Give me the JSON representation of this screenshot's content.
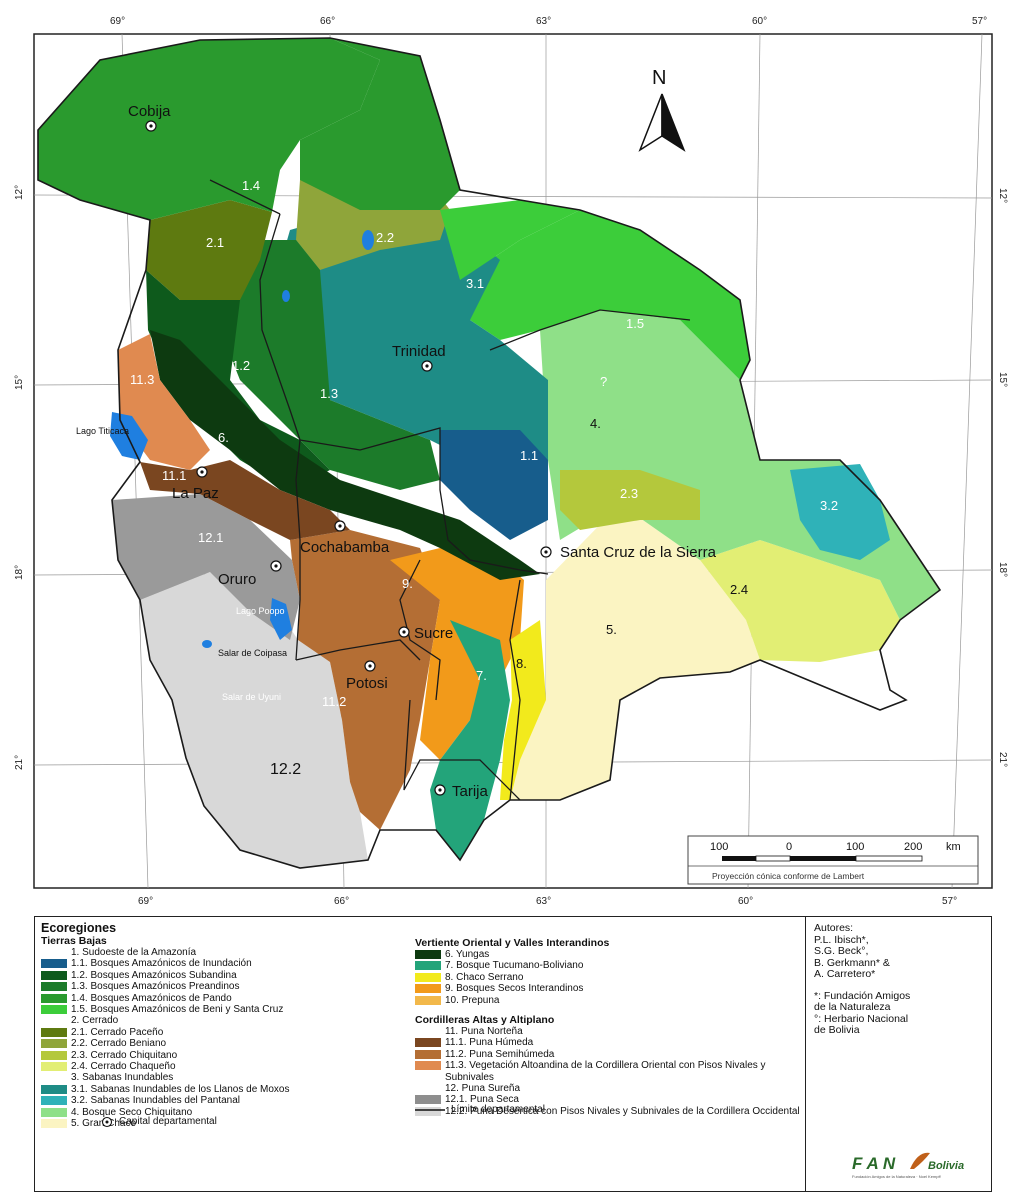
{
  "map": {
    "north_label": "N",
    "lon_ticks_top": [
      "69°",
      "66°",
      "63°",
      "60°",
      "57°"
    ],
    "lon_ticks_bottom": [
      "69°",
      "66°",
      "63°",
      "60°",
      "57°"
    ],
    "lat_ticks": [
      "12°",
      "15°",
      "18°",
      "21°"
    ],
    "cities": [
      {
        "name": "Cobija"
      },
      {
        "name": "Trinidad"
      },
      {
        "name": "La Paz"
      },
      {
        "name": "Cochabamba"
      },
      {
        "name": "Santa Cruz de la Sierra"
      },
      {
        "name": "Oruro"
      },
      {
        "name": "Sucre"
      },
      {
        "name": "Potosi"
      },
      {
        "name": "Tarija"
      }
    ],
    "places": {
      "lago_titicaca": "Lago Titicaca",
      "lago_poopo": "Lago Poopo",
      "salar_coipasa": "Salar de Coipasa",
      "salar_uyuni": "Salar de Uyuni"
    },
    "region_labels": [
      "1.4",
      "2.1",
      "2.2",
      "3.1",
      "1.5",
      "1.2",
      "1.3",
      "11.3",
      "6.",
      "?",
      "4.",
      "1.1",
      "11.1",
      "2.3",
      "3.2",
      "12.1",
      "9.",
      "2.4",
      "5.",
      "8.",
      "7.",
      "11.2",
      "12.2"
    ],
    "scale": {
      "labels": [
        "100",
        "0",
        "100",
        "200",
        "km"
      ],
      "projection": "Proyección cónica conforme de Lambert"
    }
  },
  "legend": {
    "title": "Ecoregiones",
    "col1": {
      "heading": "Tierras Bajas",
      "items": [
        {
          "label": "1. Sudoeste de la Amazonía",
          "color": ""
        },
        {
          "label": "1.1. Bosques Amazónicos de Inundación",
          "color": "#175d8c"
        },
        {
          "label": "1.2. Bosques Amazónicos Subandina",
          "color": "#0e5a1c"
        },
        {
          "label": "1.3. Bosques Amazónicos Preandinos",
          "color": "#1c7b2a"
        },
        {
          "label": "1.4. Bosques Amazónicos de Pando",
          "color": "#2a9a2e"
        },
        {
          "label": "1.5. Bosques Amazónicos de Beni y Santa Cruz",
          "color": "#3ccd3a"
        },
        {
          "label": "2. Cerrado",
          "color": ""
        },
        {
          "label": "2.1. Cerrado Paceño",
          "color": "#5e7a10"
        },
        {
          "label": "2.2. Cerrado Beniano",
          "color": "#8fa53a"
        },
        {
          "label": "2.3. Cerrado Chiquitano",
          "color": "#b4c83c"
        },
        {
          "label": "2.4. Cerrado Chaqueño",
          "color": "#e2ee74"
        },
        {
          "label": "3. Sabanas Inundables",
          "color": ""
        },
        {
          "label": "3.1. Sabanas Inundables de los Llanos de Moxos",
          "color": "#1e8c86"
        },
        {
          "label": "3.2. Sabanas Inundables del Pantanal",
          "color": "#2fb2b8"
        },
        {
          "label": "4. Bosque Seco Chiquitano",
          "color": "#8fe088"
        },
        {
          "label": "5. Gran Chaco",
          "color": "#fbf4c2"
        }
      ],
      "footer": "Capital departamental"
    },
    "col2": {
      "heading1": "Vertiente Oriental y Valles Interandinos",
      "items1": [
        {
          "label": "6. Yungas",
          "color": "#0d3a10"
        },
        {
          "label": "7. Bosque Tucumano-Boliviano",
          "color": "#23a47a"
        },
        {
          "label": "8. Chaco Serrano",
          "color": "#f2ea1c"
        },
        {
          "label": "9. Bosques Secos Interandinos",
          "color": "#f29a1a"
        },
        {
          "label": "10. Prepuna",
          "color": "#f2b84a"
        }
      ],
      "heading2": "Cordilleras Altas y Altiplano",
      "items2": [
        {
          "label": "11. Puna Norteña",
          "color": ""
        },
        {
          "label": "11.1. Puna Húmeda",
          "color": "#7a4620"
        },
        {
          "label": "11.2. Puna Semihúmeda",
          "color": "#b46e34"
        },
        {
          "label": "11.3. Vegetación Altoandina de la Cordillera Oriental con Pisos Nivales y Subnivales",
          "color": "#e08a50"
        },
        {
          "label": "12. Puna Sureña",
          "color": ""
        },
        {
          "label": "12.1. Puna Seca",
          "color": "#8e8e8e"
        },
        {
          "label": "12.2. Puna Desértica con Pisos Nivales y Subnivales de la Cordillera Occidental",
          "color": "#d8d8d8"
        }
      ],
      "footer": "Límite departamental"
    },
    "col3": {
      "authors": "Autores:\nP.L. Ibisch*,\nS.G. Beck°,\nB. Gerkmann* &\nA. Carretero*",
      "affiliations": "*: Fundación Amigos\nde la Naturaleza\n°: Herbario Nacional\nde Bolivia",
      "logo_text": "F A N",
      "logo_country": "Bolivia",
      "logo_sub": "Fundación Amigos de la Naturaleza · Noel Kempff"
    }
  }
}
